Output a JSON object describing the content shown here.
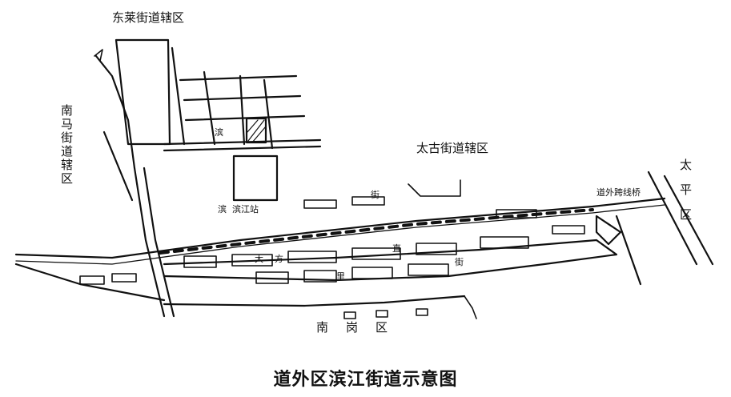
{
  "caption": "道外区滨江街道示意图",
  "districts": {
    "dongyu": "东莱街道辖区",
    "nanma": "南马街道辖区",
    "taigu": "太古街道辖区",
    "taiping": "太平区",
    "nangang": "南岗区"
  },
  "stations": {
    "binjiang_station": "滨江站",
    "overpass": "道外跨线桥"
  },
  "map_text": {
    "jie_east": "街",
    "bin_north": "滨",
    "bin_west": "滨",
    "pinyin_a": "大",
    "pinyin_b": "方",
    "pinyin_c": "里",
    "pinyin_d": "直",
    "pinyin_e": "街"
  },
  "colors": {
    "ink": "#111111",
    "paper": "#ffffff"
  }
}
